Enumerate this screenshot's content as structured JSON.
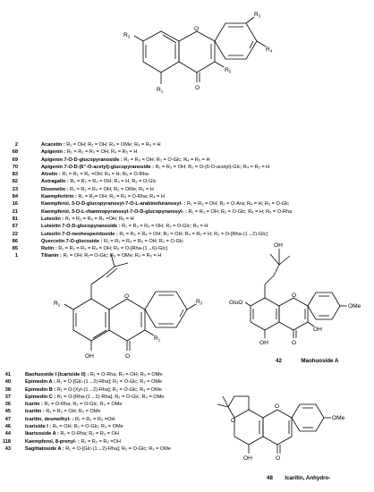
{
  "structure1": {
    "labels": {
      "r2": "R",
      "r2s": "2",
      "r3": "R",
      "r3s": "3",
      "r4": "R",
      "r4s": "4",
      "r1": "R",
      "r1s": "1",
      "r5": "R",
      "r5s": "5",
      "o_ring": "O",
      "o_keto": "O"
    }
  },
  "list1": [
    {
      "num": "2",
      "name": "Acacetin :",
      "desc": "R₁ = OH; R₂ = OH; R₃ = OMe;     R₄ = R₅ = H"
    },
    {
      "num": "68",
      "name": "Apigenin :",
      "desc": "R₁ = R₂ = R₃ = OH; R₄ = R₅ = H"
    },
    {
      "num": "69",
      "name": "Apigenin 7-O-D-glucopyranoside :",
      "desc": "R₁ = R₃ = OH; R₂ = O-Glc; R₄ = R₅ = H"
    },
    {
      "num": "70",
      "name": "Apigenin 7-O-D-(6\"-O-acetyl)-glucopyranoside :",
      "desc": "R₁ = R₃ = OH; R₂ = O-(6-O-acetyl)-Glc; R₄ = R₅ = H"
    },
    {
      "num": "83",
      "name": "Afzelin :",
      "desc": "R₁ = R₂ = R₃ =OH; R₄ = H; R₅ = O-Rha"
    },
    {
      "num": "82",
      "name": "Astragalin :",
      "desc": "R₁ = R₂ = R₃ = OH; R₄ = H; R₅ = O-Glc"
    },
    {
      "num": "23",
      "name": "Diosmetin :",
      "desc": "R₁ = R₂ = R₄ = OH; R₃ = OMe; R₅ = H"
    },
    {
      "num": "84",
      "name": "Kaempferitrin :",
      "desc": "R₁ = R₃= OH; R₂ = R₅ = O-Rha; R₄ = H"
    },
    {
      "num": "16",
      "name": "Kaempferol, 3-O-D-glucopyranosyl-7-O-L-arabinofuranosyl- :",
      "desc": "R₁ = R₃ = OH; R₂ = O-Ara; R₄ = H; R₅ = O-Glc"
    },
    {
      "num": "21",
      "name": "Kaempferol, 3-O-L-rhamnopyranosyl-7-O-D-glucopyranosyl- :",
      "desc": "R₁ = R₃ = OH; R₂ = O-Glc; R₄ = H; R₅ = O-Rha"
    },
    {
      "num": "81",
      "name": "Luteolin :",
      "desc": "R₁ = R₂ = R₃ = R₄ =OH; R₅ = H"
    },
    {
      "num": "67",
      "name": "Luteolin 7-O-D-glucopyranoside :",
      "desc": "R₁ = R₃ = R₄ = OH; R₂ = O-Glc; R₅ = H"
    },
    {
      "num": "22",
      "name": "Luteolin 7-O-neohesperidoside :",
      "desc": "R₁ = R₃ = R₄ = OH; R₂ = OH; R₄ = R₅ = H; R₂ = O-[Rha-(1→2)-Glc]"
    },
    {
      "num": "86",
      "name": "Quercetin 7-O-glucoside :",
      "desc": "R₁ = R₃ = R₄ = R₅ = OH; R₂ = O-Glc"
    },
    {
      "num": "85",
      "name": "Rutin :",
      "desc": "R₁ = R₂ = R₃ = R₄ = OH; R₅ = O-[Rha-(1→6)-Glc]"
    },
    {
      "num": "1",
      "name": "Tilianin :",
      "desc": "R₁ = OH; R₂= O-Glc; R₃ = OMe; R₄ = R₅ = H"
    }
  ],
  "structure2": {
    "labels": {
      "r2": "R",
      "r2s": "2",
      "r3": "R",
      "r3s": "3",
      "r1": "R",
      "r1s": "1",
      "o_ring": "O",
      "o_keto": "O",
      "oh": "OH"
    }
  },
  "list2": [
    {
      "num": "41",
      "name": "Baohuoside I (Icariside II) :",
      "desc": "R₁ = O-Rha; R₂ = OH; R₃ = OMe"
    },
    {
      "num": "40",
      "name": "Epimedin A :",
      "desc": "R₁ = O-[Glc-(1→2)-Rha]; R₂ = O-Glc; R₃ = OMe"
    },
    {
      "num": "38",
      "name": "Epimedin B :",
      "desc": "R₁ = O-[Xyl-(1→2)-Rha]; R₂ = O-Glc; R₃ = OMe"
    },
    {
      "num": "37",
      "name": "Epimedin C :",
      "desc": "R₁ = O-[Rha-(1→2)-Rha]; R₂ = O-Glc; R₃ = OMe"
    },
    {
      "num": "36",
      "name": "Icariin :",
      "desc": "R₁ = O-Rha; R₂ = O-Glc; R₃ = OMe"
    },
    {
      "num": "45",
      "name": "Icaritin :",
      "desc": "R₁ = R₂ = OH; R₃ = OMe"
    },
    {
      "num": "47",
      "name": "Icaritin, desmethyl- :",
      "desc": "R₁ = R₂ = R₃ =OH"
    },
    {
      "num": "46",
      "name": "Icariside I :",
      "desc": "R₁ = OH; R₂ = O-Glc; R₃ = OMe"
    },
    {
      "num": "44",
      "name": "Ikarisoside A :",
      "desc": "R₁ = O-Rha; R₂ = R₃ = OH"
    },
    {
      "num": "118",
      "name": "Kaempferol, 8-prenyl- :",
      "desc": "R₁ = R₂ = R₃ =OH"
    },
    {
      "num": "43",
      "name": "Sagittatoside A :",
      "desc": "R₁ = O-[Glc-(1→2)-Rha]; R₂ = O-Glc; R₃ = OMe"
    }
  ],
  "structure3": {
    "labels": {
      "oh_top": "OH",
      "gluo": "GluO",
      "o_ring": "O",
      "ome": "OMe",
      "o_keto": "O",
      "oh_b": "OH",
      "oh_c": "OH"
    },
    "caption_num": "42",
    "caption_name": "Maohuoside A"
  },
  "structure4": {
    "labels": {
      "o_pyran": "O",
      "o_ring": "O",
      "ome": "OMe",
      "o_keto": "O",
      "oh": "OH"
    },
    "caption_num": "48",
    "caption_name": "Icaritin, Anhydro-"
  }
}
